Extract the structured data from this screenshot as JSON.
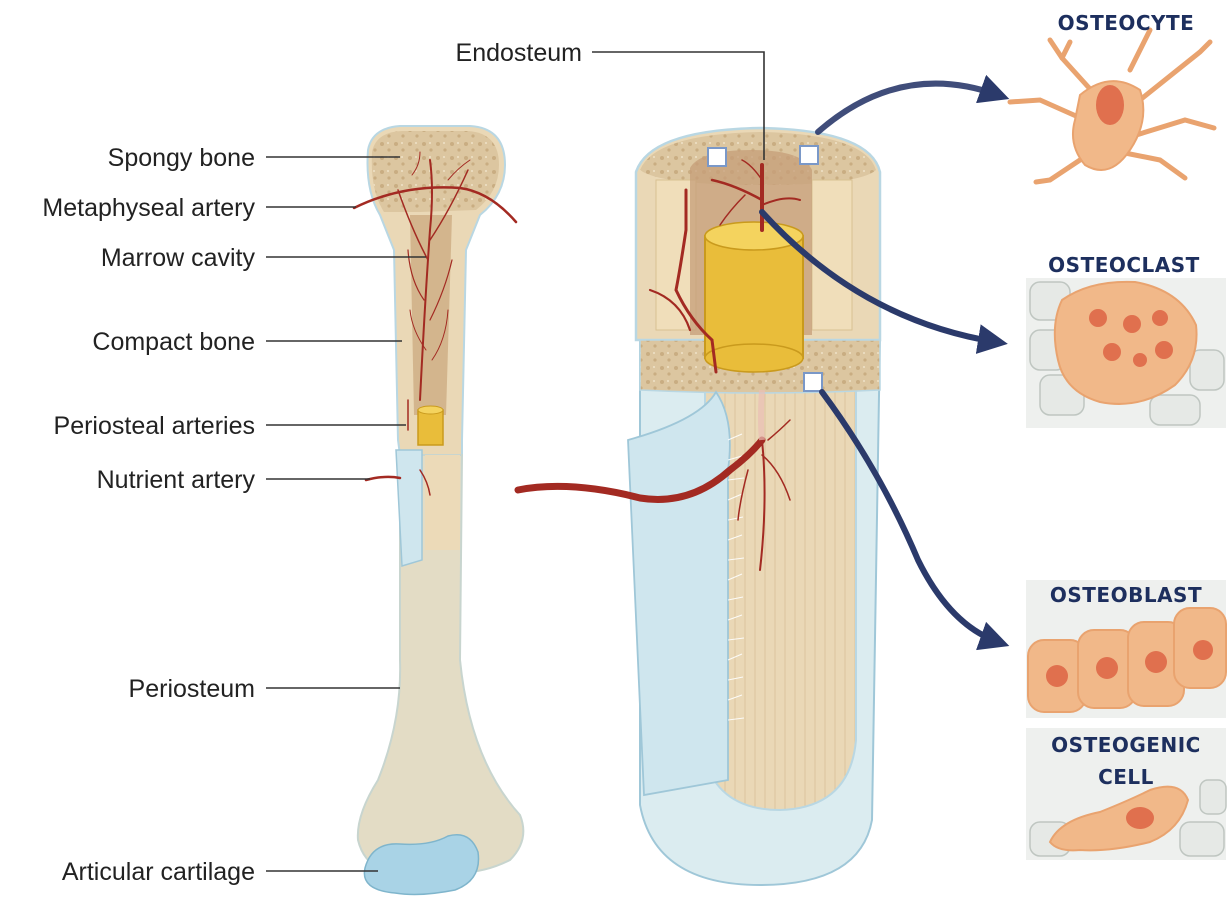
{
  "labels": {
    "spongy_bone": "Spongy bone",
    "metaphyseal_artery": "Metaphyseal artery",
    "marrow_cavity": "Marrow cavity",
    "compact_bone": "Compact bone",
    "periosteal_arteries": "Periosteal arteries",
    "nutrient_artery": "Nutrient artery",
    "periosteum": "Periosteum",
    "articular_cartilage": "Articular cartilage",
    "endosteum": "Endosteum"
  },
  "cells": {
    "osteocyte": "OSTEOCYTE",
    "osteoclast": "OSTEOCLAST",
    "osteoblast": "OSTEOBLAST",
    "osteogenic_line1": "OSTEOGENIC",
    "osteogenic_line2": "CELL"
  },
  "colors": {
    "bone": "#e9d7b4",
    "spongy": "#dcc6a0",
    "artery": "#a32a22",
    "marrow": "#e9bd3a",
    "periosteum": "#d9eaf0",
    "cartilage": "#a9d3e6",
    "cell": "#f1b889",
    "cell_nucleus": "#e0704e",
    "arrow": "#2b3a6b",
    "title": "#1d2f5e"
  }
}
